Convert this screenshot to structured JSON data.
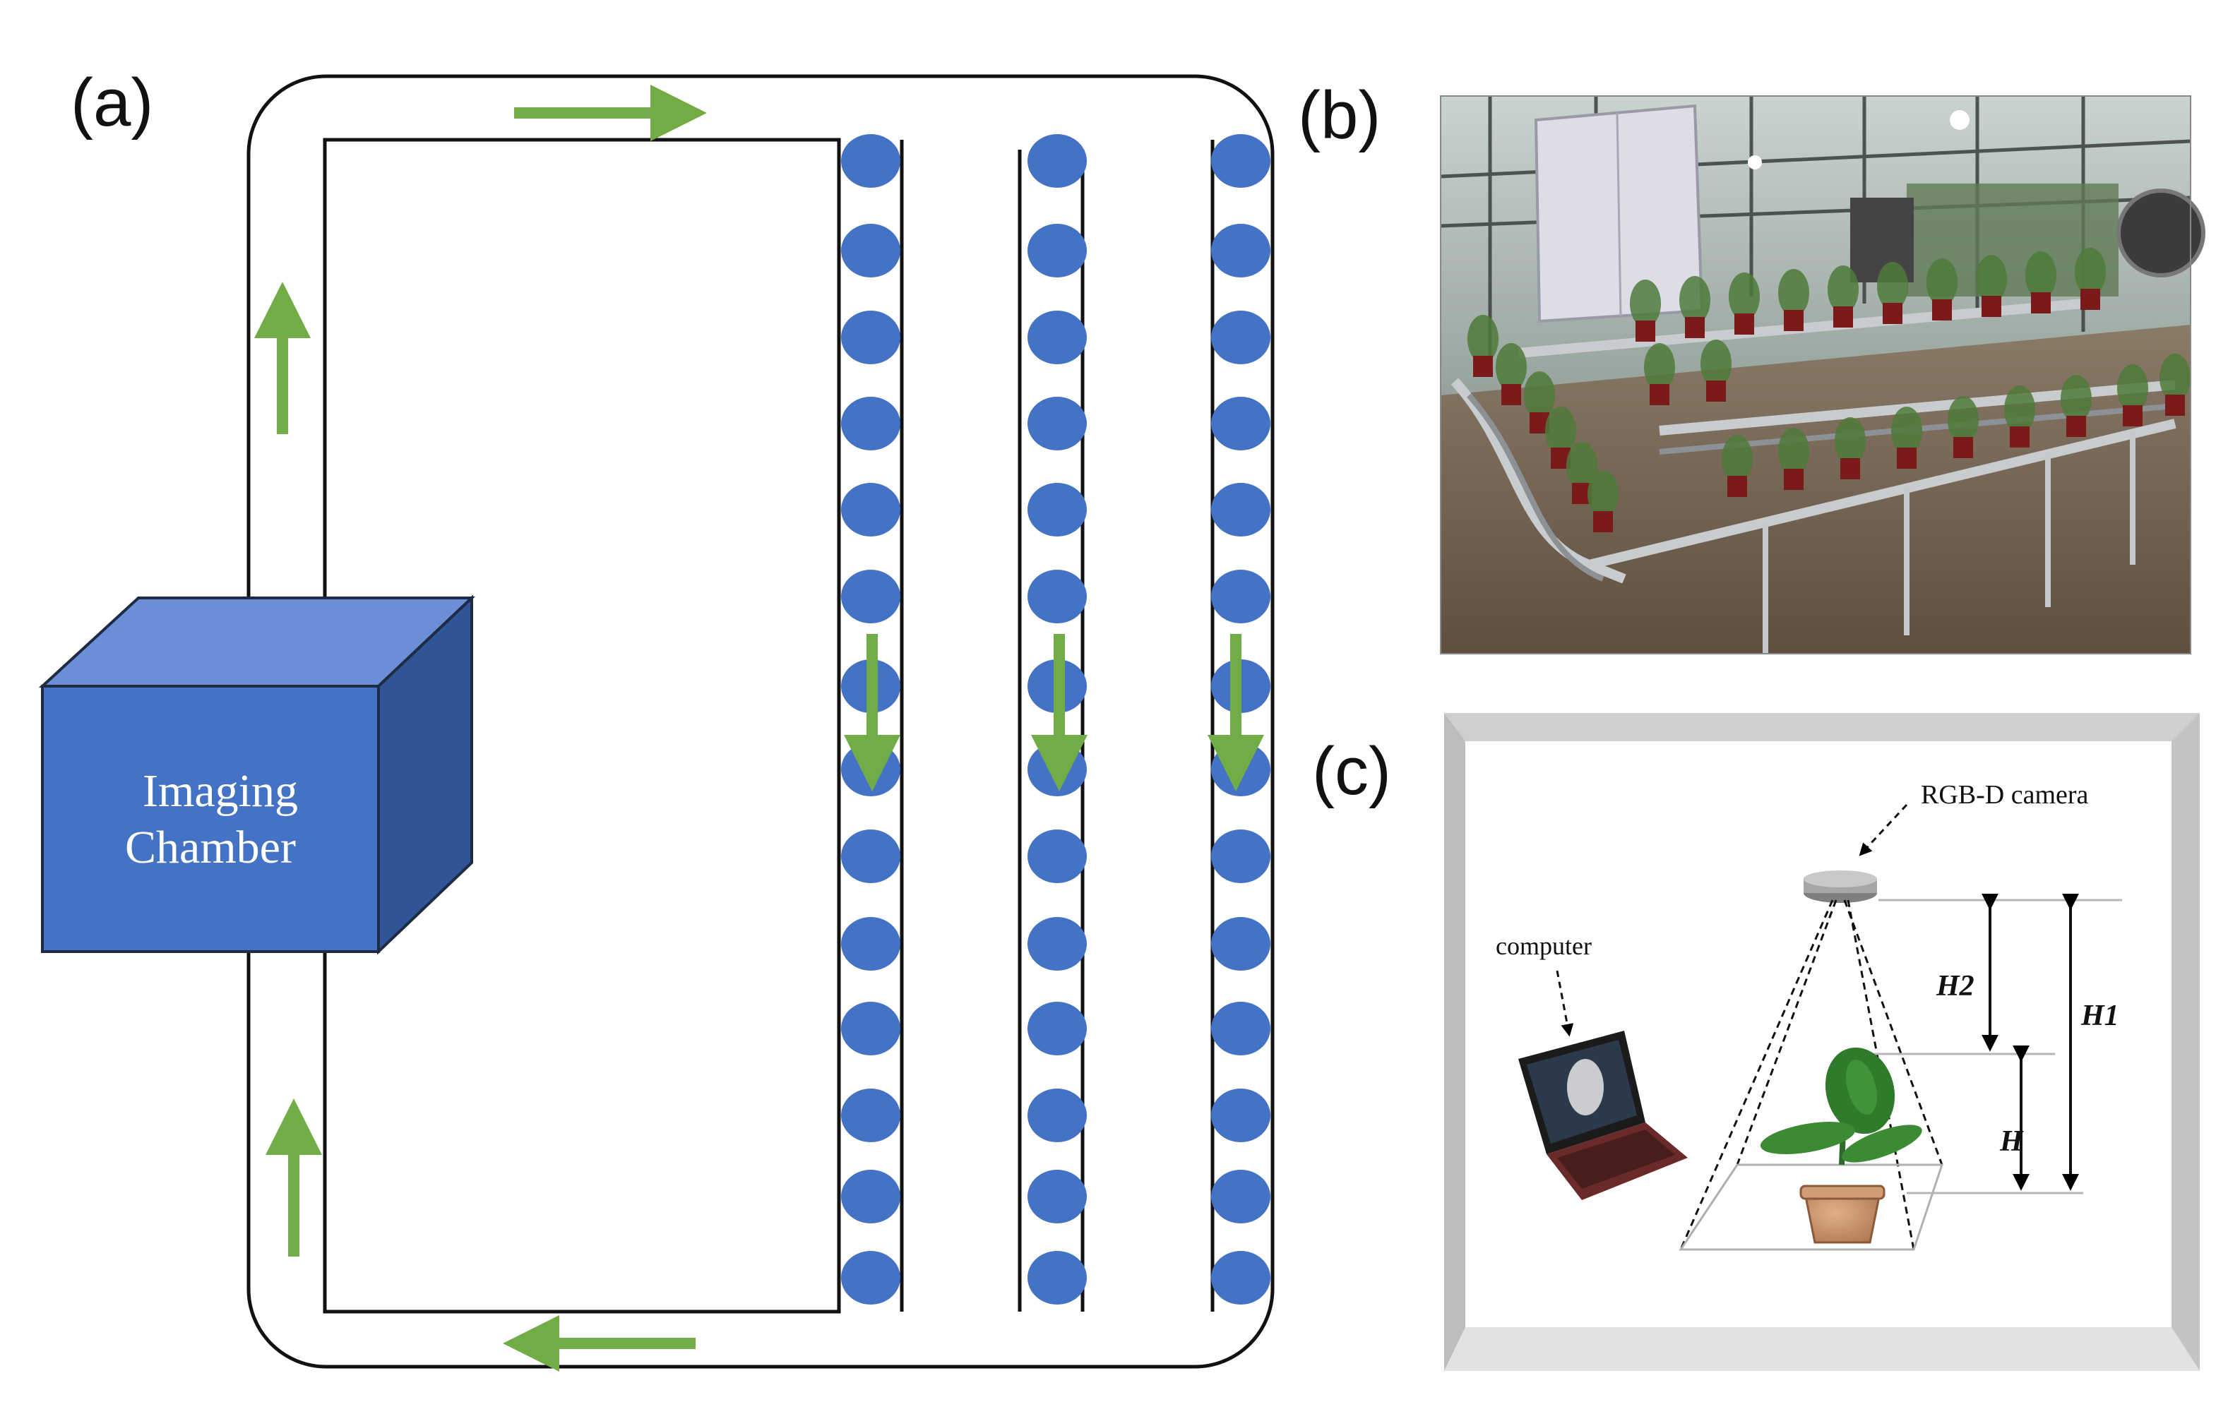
{
  "panels": {
    "a": {
      "label": "(a)",
      "chamber_label_line1": "Imaging",
      "chamber_label_line2": "Chamber"
    },
    "b": {
      "label": "(b)"
    },
    "c": {
      "label": "(c)",
      "camera_label": "RGB-D camera",
      "computer_label": "computer",
      "height_labels": {
        "h1": "H1",
        "h2": "H2",
        "h": "H"
      }
    }
  },
  "colors": {
    "pot_dot": "#4472c4",
    "arrow_green": "#70ad47",
    "chamber_front": "#4472c4",
    "chamber_top": "#6b8fd6",
    "chamber_side": "#2f5597",
    "frame_gray": "#d9d9d9"
  },
  "icons": {
    "pot": "blue-circle",
    "flow": "green-arrow",
    "camera": "camera-icon",
    "laptop": "laptop-icon",
    "plant": "plant-icon"
  }
}
